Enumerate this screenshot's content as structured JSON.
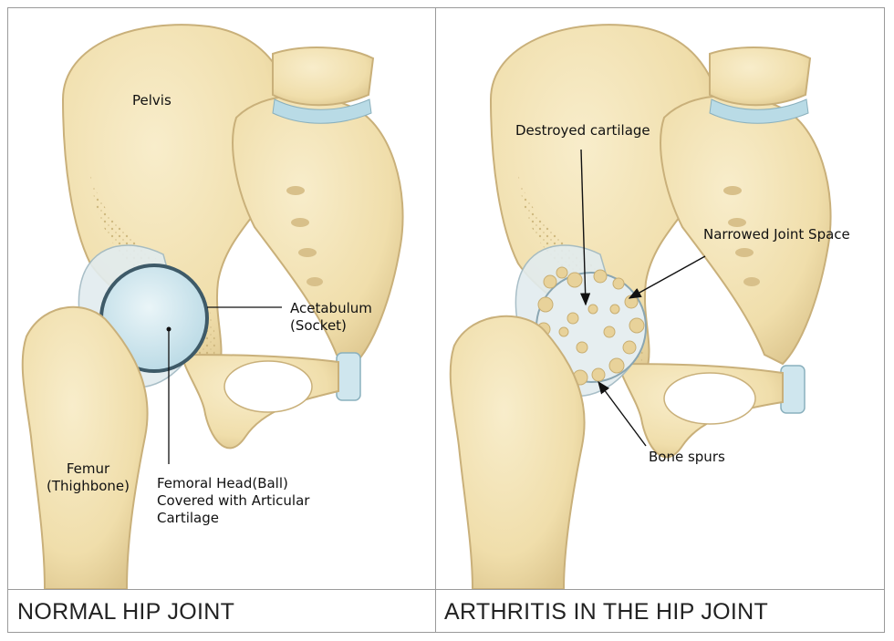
{
  "left_panel": {
    "caption": "NORMAL HIP JOINT",
    "labels": {
      "pelvis": "Pelvis",
      "acetabulum_line1": "Acetabulum",
      "acetabulum_line2": "(Socket)",
      "femur_line1": "Femur",
      "femur_line2": "(Thighbone)",
      "femoral_head_line1": "Femoral Head(Ball)",
      "femoral_head_line2": "Covered with Articular",
      "femoral_head_line3": "Cartilage"
    }
  },
  "right_panel": {
    "caption": "ARTHRITIS IN THE HIP JOINT",
    "labels": {
      "destroyed_cartilage": "Destroyed cartilage",
      "narrowed_joint_space": "Narrowed Joint Space",
      "bone_spurs": "Bone spurs"
    }
  },
  "colors": {
    "bone": "#f1e2b4",
    "bone_shadow": "#d9c38b",
    "cartilage": "#cfe6ee",
    "cartilage_edge": "#3e5a68",
    "frame": "#9a9a9a",
    "text": "#111111"
  }
}
